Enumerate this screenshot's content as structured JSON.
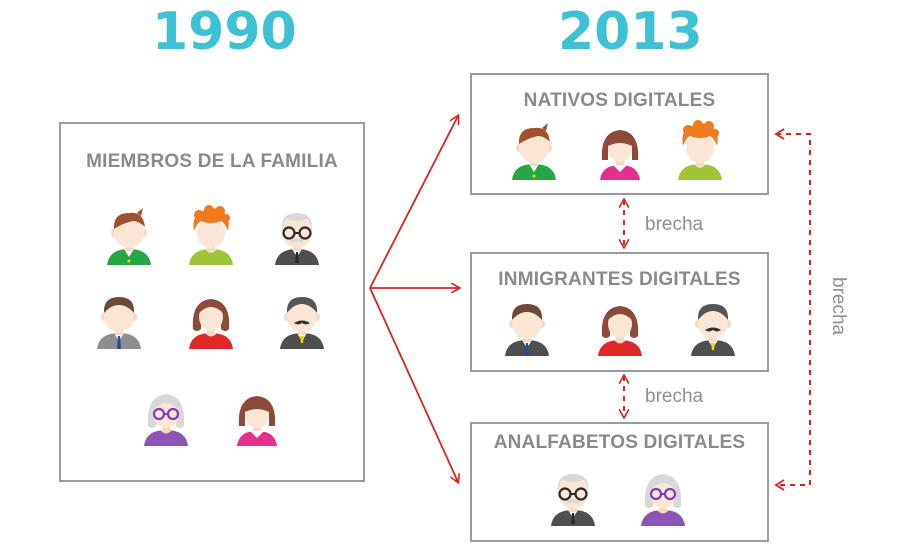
{
  "years": {
    "left": "1990",
    "right": "2013"
  },
  "family_box": {
    "title": "MIEMBROS DE LA FAMILIA"
  },
  "groups": {
    "natives": {
      "title": "NATIVOS DIGITALES"
    },
    "immigrants": {
      "title": "INMIGRANTES DIGITALES"
    },
    "illiterates": {
      "title": "ANALFABETOS DIGITALES"
    }
  },
  "gap_labels": {
    "top": "brecha",
    "bottom": "brecha",
    "side": "brecha"
  },
  "colors": {
    "year": "#3ec1d3",
    "arrow": "#e02020",
    "border": "#9b9b9b",
    "title": "#8a8a8a"
  },
  "avatars": {
    "family": [
      "boy-green",
      "redhead-lime",
      "grandpa-glasses",
      "man-tie-gray",
      "woman-red",
      "man-mustache-dark",
      "grandma-glasses",
      "girl-pink"
    ],
    "natives": [
      "boy-green",
      "girl-pink",
      "redhead-lime"
    ],
    "immigrants": [
      "man-tie-dark",
      "woman-red",
      "man-mustache-dark"
    ],
    "illiterates": [
      "grandpa-glasses",
      "grandma-glasses"
    ]
  }
}
